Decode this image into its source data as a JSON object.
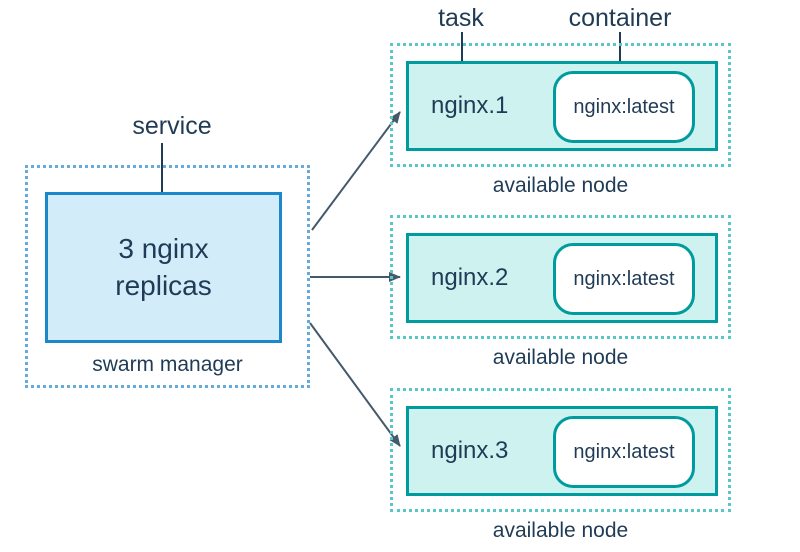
{
  "labels": {
    "service": "service",
    "task": "task",
    "container": "container"
  },
  "swarm_manager": {
    "service_box_text": "3 nginx\nreplicas",
    "caption": "swarm manager"
  },
  "nodes": [
    {
      "task_name": "nginx.1",
      "container_image": "nginx:latest",
      "caption": "available node"
    },
    {
      "task_name": "nginx.2",
      "container_image": "nginx:latest",
      "caption": "available node"
    },
    {
      "task_name": "nginx.3",
      "container_image": "nginx:latest",
      "caption": "available node"
    }
  ],
  "colors": {
    "text": "#1f3b55",
    "blue_border": "#1c87c9",
    "blue_fill": "#d2ecfa",
    "blue_dotted": "#64aadd",
    "teal_border": "#009b9e",
    "teal_fill": "#cdf2f0",
    "teal_dotted": "#5ac6c9",
    "arrow": "#44596b"
  }
}
